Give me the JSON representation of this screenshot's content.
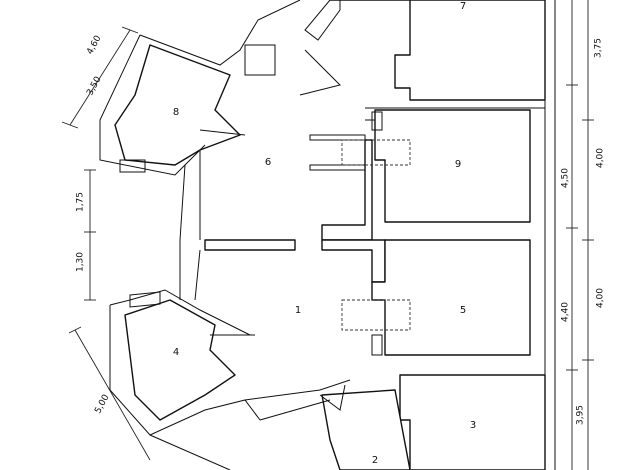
{
  "rooms": {
    "r1": "1",
    "r2": "2",
    "r3": "3",
    "r4": "4",
    "r5": "5",
    "r6": "6",
    "r7": "7",
    "r8": "8",
    "r9": "9"
  },
  "dimensions": {
    "left_top_1": "4,60",
    "left_top_2": "3,50",
    "left_mid_1": "1,75",
    "left_mid_2": "1,30",
    "left_bottom": "5,00",
    "right_1": "3,75",
    "right_2": "4,00",
    "right_3": "4,50",
    "right_4": "4,00",
    "right_5": "4,40",
    "right_6": "3,95"
  }
}
